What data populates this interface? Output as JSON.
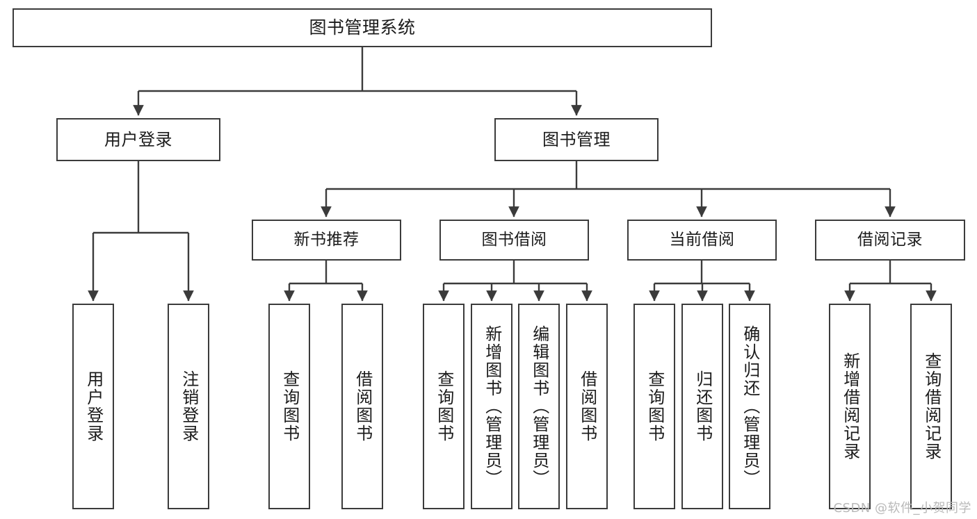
{
  "diagram": {
    "title": "图书管理系统",
    "type": "tree-hierarchy-chart",
    "background_color": "#ffffff",
    "box_border_color": "#3b3b3b",
    "connector_color": "#3b3b3b",
    "text_color": "#1b1b1b"
  },
  "nodes": {
    "root": {
      "label": "图书管理系统"
    },
    "level1": [
      {
        "id": "user-login",
        "label": "用户登录"
      },
      {
        "id": "book-management",
        "label": "图书管理"
      }
    ],
    "level2": [
      {
        "id": "new-book-recommend",
        "label": "新书推荐"
      },
      {
        "id": "book-borrow",
        "label": "图书借阅"
      },
      {
        "id": "current-borrow",
        "label": "当前借阅"
      },
      {
        "id": "borrow-record",
        "label": "借阅记录"
      }
    ],
    "leaves": {
      "user_login": [
        {
          "id": "leaf-user-login",
          "label": "用户登录"
        },
        {
          "id": "leaf-logout-login",
          "label": "注销登录"
        }
      ],
      "new_book_recommend": [
        {
          "id": "leaf-query-book-1",
          "label": "查询图书"
        },
        {
          "id": "leaf-borrow-book-1",
          "label": "借阅图书"
        }
      ],
      "book_borrow": [
        {
          "id": "leaf-query-book-2",
          "label": "查询图书"
        },
        {
          "id": "leaf-add-book-admin",
          "label": "新增图书（管理员）"
        },
        {
          "id": "leaf-edit-book-admin",
          "label": "编辑图书（管理员）"
        },
        {
          "id": "leaf-borrow-book-2",
          "label": "借阅图书"
        }
      ],
      "current_borrow": [
        {
          "id": "leaf-query-book-3",
          "label": "查询图书"
        },
        {
          "id": "leaf-return-book",
          "label": "归还图书"
        },
        {
          "id": "leaf-confirm-return-admin",
          "label": "确认归还（管理员）"
        }
      ],
      "borrow_record": [
        {
          "id": "leaf-add-borrow-record",
          "label": "新增借阅记录"
        },
        {
          "id": "leaf-query-borrow-record",
          "label": "查询借阅记录"
        }
      ]
    }
  },
  "watermark": {
    "text": "CSDN @软件_小贺同学"
  }
}
